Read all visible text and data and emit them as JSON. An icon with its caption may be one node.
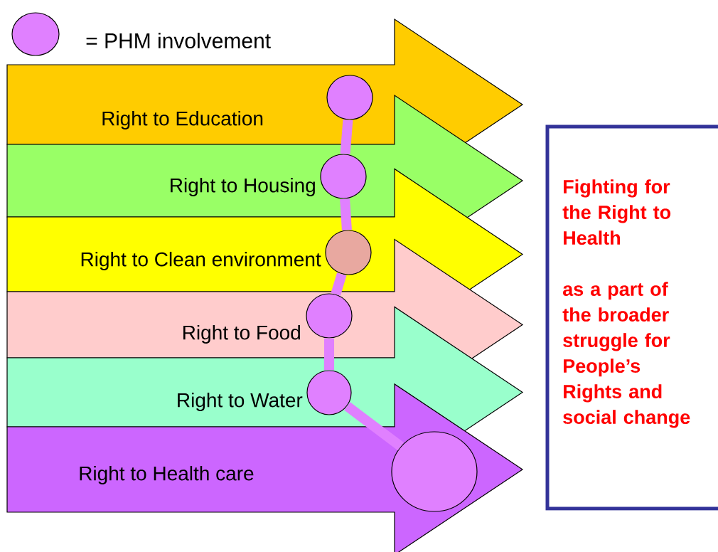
{
  "diagram": {
    "nodes": [
      {
        "text": [
          "Right to Education"
        ]
      },
      {
        "text": [
          "Right to Housing"
        ]
      },
      {
        "text": [
          "Right to Clean environment"
        ]
      },
      {
        "text": [
          "Right to Food"
        ]
      },
      {
        "text": [
          "Right to Water"
        ]
      },
      {
        "text": [
          "Right to Health care"
        ]
      },
      {
        "text": [],
        "shape": "circle",
        "in": 0
      },
      {
        "text": [],
        "shape": "circle",
        "in": 1
      },
      {
        "text": [],
        "shape": "circle",
        "in": 2
      },
      {
        "text": [],
        "shape": "circle",
        "in": 3
      },
      {
        "text": [],
        "shape": "circle",
        "in": 4
      },
      {
        "text": [],
        "shape": "circle",
        "in": 5
      },
      {
        "text": [
          "Fighting for the Right to Health",
          "as a part of the broader struggle for People’s Rights and social change"
        ]
      }
    ],
    "edges": [
      {
        "from": 6,
        "to": 7,
        "arrow": "none"
      },
      {
        "from": 7,
        "to": 8,
        "arrow": "none"
      },
      {
        "from": 8,
        "to": 9,
        "arrow": "none"
      },
      {
        "from": 9,
        "to": 10,
        "arrow": "none"
      },
      {
        "from": 10,
        "to": 11,
        "arrow": "none"
      }
    ],
    "legend": [
      {
        "text": "= PHM involvement",
        "color": "#e080ff"
      }
    ]
  }
}
